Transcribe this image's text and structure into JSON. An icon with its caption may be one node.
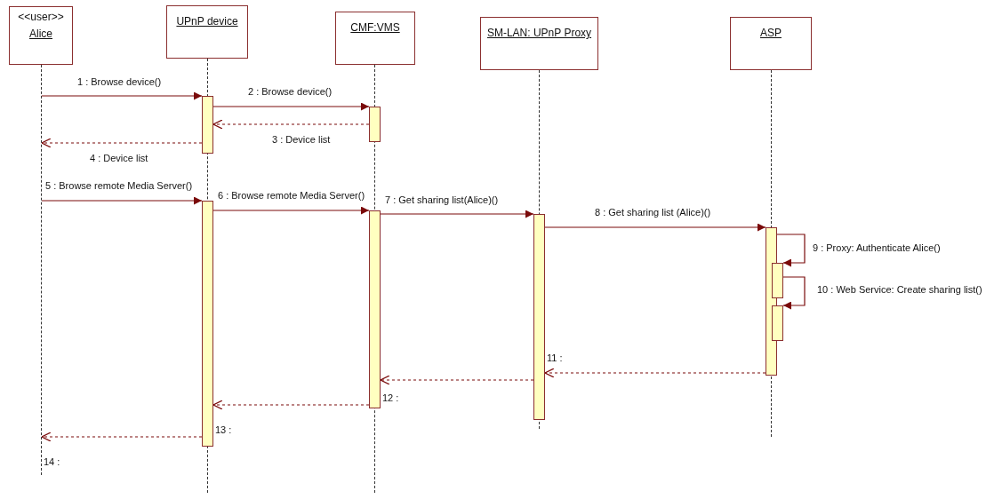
{
  "diagram": {
    "nodes": [
      {
        "text": [
          "<<user>>",
          "Alice"
        ]
      },
      {
        "text": [
          "UPnP device"
        ]
      },
      {
        "text": [
          "CMF:VMS"
        ]
      },
      {
        "text": [
          "SM-LAN: UPnP Proxy"
        ]
      },
      {
        "text": [
          "ASP"
        ]
      },
      {
        "text": [],
        "shape": "line"
      },
      {
        "text": [],
        "shape": "line"
      },
      {
        "text": [],
        "shape": "line"
      },
      {
        "text": [],
        "shape": "line"
      },
      {
        "text": [],
        "shape": "line"
      },
      {
        "text": [],
        "shape": "bar"
      },
      {
        "text": [],
        "shape": "bar"
      },
      {
        "text": [],
        "shape": "bar"
      },
      {
        "text": [],
        "shape": "bar"
      },
      {
        "text": [],
        "shape": "bar"
      },
      {
        "text": [],
        "shape": "bar"
      },
      {
        "text": [],
        "shape": "bar"
      },
      {
        "text": [],
        "shape": "bar"
      }
    ],
    "edges": [
      {
        "from": 5,
        "to": 10,
        "arrow": "to",
        "label": "1 : Browse device()"
      },
      {
        "from": 10,
        "to": 12,
        "arrow": "to",
        "label": "2 : Browse device()"
      },
      {
        "from": 12,
        "to": 10,
        "arrow": "to",
        "style": "dashed",
        "label": "3 : Device list"
      },
      {
        "from": 10,
        "to": 5,
        "arrow": "to",
        "style": "dashed",
        "label": "4 : Device list"
      },
      {
        "from": 5,
        "to": 11,
        "arrow": "to",
        "label": "5 : Browse remote Media Server()"
      },
      {
        "from": 11,
        "to": 13,
        "arrow": "to",
        "label": "6 : Browse remote Media Server()"
      },
      {
        "from": 13,
        "to": 14,
        "arrow": "to",
        "label": "7 : Get sharing list(Alice)()"
      },
      {
        "from": 14,
        "to": 15,
        "arrow": "to",
        "label": "8 : Get sharing list (Alice)()"
      },
      {
        "from": 15,
        "to": 16,
        "arrow": "to",
        "label": "9 : Proxy: Authenticate Alice()"
      },
      {
        "from": 16,
        "to": 17,
        "arrow": "to",
        "label": "10 : Web Service: Create sharing list()"
      },
      {
        "from": 15,
        "to": 14,
        "arrow": "to",
        "style": "dashed",
        "label": "11 :"
      },
      {
        "from": 14,
        "to": 13,
        "arrow": "to",
        "style": "dashed",
        "label": "12 :"
      },
      {
        "from": 13,
        "to": 11,
        "arrow": "to",
        "style": "dashed",
        "label": "13 :"
      },
      {
        "from": 11,
        "to": 5,
        "arrow": "to",
        "style": "dashed",
        "label": "14 :"
      }
    ]
  }
}
